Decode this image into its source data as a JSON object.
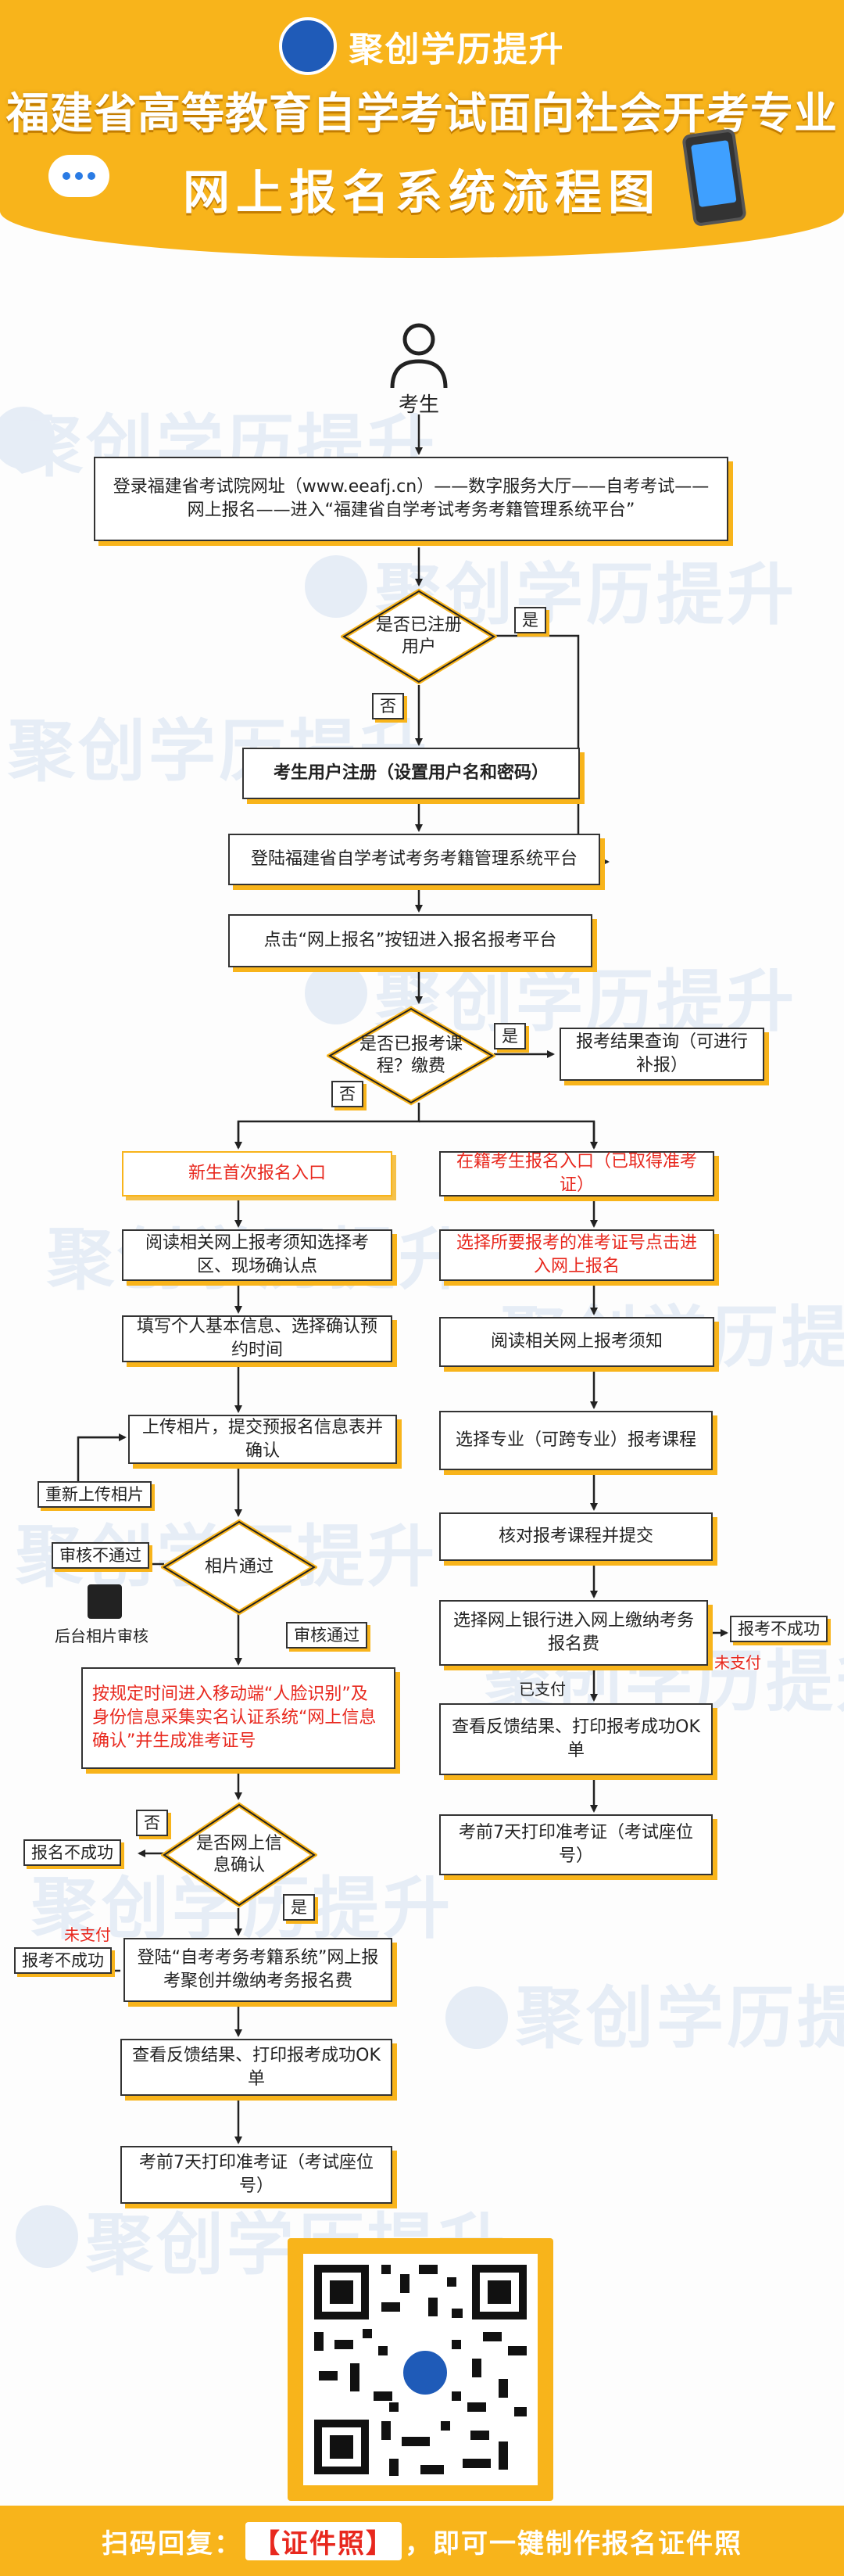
{
  "header": {
    "brand_name": "聚创学历提升",
    "logo_icon": "brand-logo-icon",
    "title_line1": "福建省高等教育自学考试面向社会开考专业",
    "title_line2": "网上报名系统流程图"
  },
  "watermark": {
    "text": "聚创学历提升"
  },
  "colors": {
    "accent": "#f8b41b",
    "red": "#e8281e",
    "brand_blue": "#1f5bb8"
  },
  "flow": {
    "start_label": "考生",
    "login_site": "登录福建省考试院网址（www.eeafj.cn）——数字服务大厅——自考考试——网上报名——进入“福建省自学考试考务考籍管理系统平台”",
    "registered_q": "是否已注册用户",
    "yes": "是",
    "no": "否",
    "register": "考生用户注册（设置用户名和密码）",
    "login_platform": "登陆福建省自学考试考务考籍管理系统平台",
    "click_online": "点击“网上报名”按钮进入报名报考平台",
    "applied_q": "是否已报考课程？缴费",
    "result_query": "报考结果查询（可进行补报）",
    "new_entry": "新生首次报名入口",
    "enrolled_entry": "在籍考生报名入口（已取得准考证）",
    "new_notice": "阅读相关网上报考须知选择考区、现场确认点",
    "select_ticket": "选择所要报考的准考证号点击进入网上报名",
    "fill_info": "填写个人基本信息、选择确认预约时间",
    "read_notice": "阅读相关网上报考须知",
    "upload_photo": "上传相片，提交预报名信息表并确认",
    "choose_major": "选择专业（可跨专业）报考课程",
    "reupload": "重新上传相片",
    "photo_pass_q": "相片通过",
    "audit_fail": "审核不通过",
    "check_submit": "核对报考课程并提交",
    "backend_audit": "后台相片审核",
    "audit_pass": "审核通过",
    "pay_bank": "选择网上银行进入网上缴纳考务报名费",
    "fail_apply": "报考不成功",
    "unpaid": "未支付",
    "paid": "已支付",
    "face_verify": "按规定时间进入移动端“人脸识别”及身份信息采集实名认证系统“网上信息确认”并生成准考证号",
    "print_ok_right": "查看反馈结果、打印报考成功OK单",
    "online_confirm_q": "是否网上信息确认",
    "signup_fail": "报名不成功",
    "print_ticket_right": "考前7天打印准考证（考试座位号）",
    "login_zikao": "登陆“自考考务考籍系统”网上报考聚创并缴纳考务报名费",
    "print_ok_left": "查看反馈结果、打印报考成功OK单",
    "print_ticket_left": "考前7天打印准考证（考试座位号）"
  },
  "footer": {
    "prefix": "扫码回复：",
    "keyword": "【证件照】",
    "suffix": "，即可一键制作报名证件照"
  }
}
